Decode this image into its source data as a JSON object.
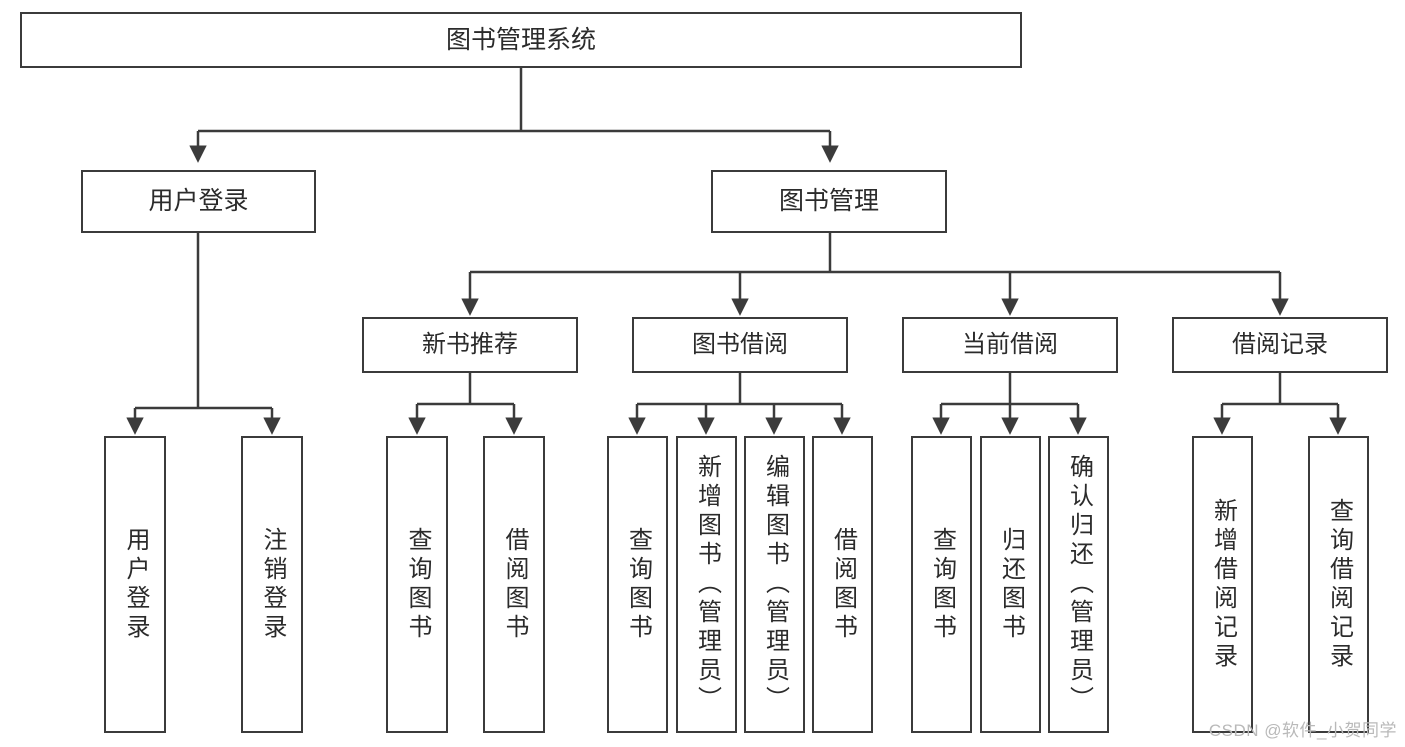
{
  "diagram": {
    "title": "图书管理系统",
    "type": "tree",
    "watermark": "CSDN @软件_小贺同学",
    "colors": {
      "stroke": "#3b3b3b",
      "fill": "#ffffff",
      "text": "#2b2b2b",
      "watermark": "#b9b9b9"
    },
    "root": {
      "label": "图书管理系统"
    },
    "level2": [
      {
        "label": "用户登录"
      },
      {
        "label": "图书管理"
      }
    ],
    "level3": [
      {
        "label": "新书推荐"
      },
      {
        "label": "图书借阅"
      },
      {
        "label": "当前借阅"
      },
      {
        "label": "借阅记录"
      }
    ],
    "leaves": {
      "user_login": [
        {
          "label": "用户登录"
        },
        {
          "label": "注销登录"
        }
      ],
      "new_book_recommend": [
        {
          "label": "查询图书"
        },
        {
          "label": "借阅图书"
        }
      ],
      "book_borrow": [
        {
          "label": "查询图书"
        },
        {
          "label": "新增图书（管理员）"
        },
        {
          "label": "编辑图书（管理员）"
        },
        {
          "label": "借阅图书"
        }
      ],
      "current_borrow": [
        {
          "label": "查询图书"
        },
        {
          "label": "归还图书"
        },
        {
          "label": "确认归还（管理员）"
        }
      ],
      "borrow_record": [
        {
          "label": "新增借阅记录"
        },
        {
          "label": "查询借阅记录"
        }
      ]
    }
  }
}
